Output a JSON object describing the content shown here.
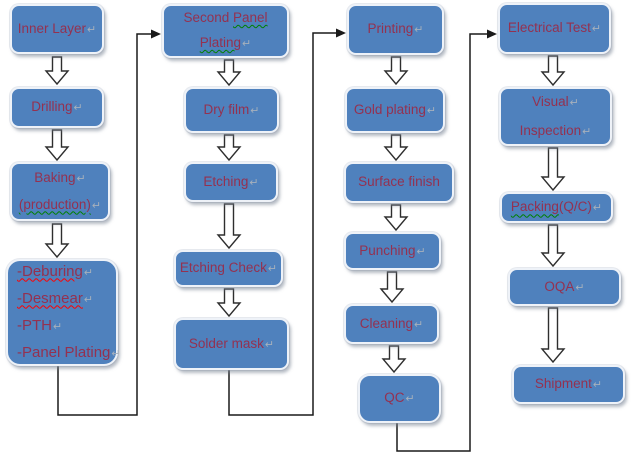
{
  "marks": {
    "return_mark": "↵"
  },
  "colors": {
    "box_fill": "#4f81bd",
    "box_border": "#eef2f8",
    "label_text": "#943150",
    "return_mark": "#a6b0bc",
    "connector": "#1a1a1a",
    "arrow_fill": "#ffffff",
    "spell_red": "#ff0000",
    "grammar_green": "#008000"
  },
  "columns": [
    {
      "nodes": [
        {
          "id": "inner-layer",
          "lines": [
            {
              "text": "Inner Layer"
            }
          ]
        },
        {
          "id": "drilling",
          "lines": [
            {
              "text": "Drilling"
            }
          ]
        },
        {
          "id": "baking",
          "lines": [
            {
              "text": "Baking"
            },
            {
              "text": "(production)",
              "spell": "green"
            }
          ]
        },
        {
          "id": "deburring-group",
          "lines": [
            {
              "text": "-Deburing",
              "spell": "red"
            },
            {
              "text": "-Desmear",
              "spell": "red"
            },
            {
              "text": "-PTH"
            },
            {
              "text": "-Panel Plating"
            }
          ]
        }
      ]
    },
    {
      "nodes": [
        {
          "id": "second-panel-plating",
          "lines": [
            {
              "pre": "Second ",
              "text": "Panel",
              "spell": "green"
            },
            {
              "text": "Plating",
              "spell": "green"
            }
          ]
        },
        {
          "id": "dry-film",
          "lines": [
            {
              "text": "Dry film"
            }
          ]
        },
        {
          "id": "etching",
          "lines": [
            {
              "text": "Etching"
            }
          ]
        },
        {
          "id": "etching-check",
          "lines": [
            {
              "text": "Etching Check"
            }
          ]
        },
        {
          "id": "solder-mask",
          "lines": [
            {
              "text": "Solder mask"
            }
          ]
        }
      ]
    },
    {
      "nodes": [
        {
          "id": "printing",
          "lines": [
            {
              "text": "Printing"
            }
          ]
        },
        {
          "id": "gold-plating",
          "lines": [
            {
              "text": "Gold plating"
            }
          ]
        },
        {
          "id": "surface-finish",
          "lines": [
            {
              "text": "Surface finish"
            }
          ]
        },
        {
          "id": "punching",
          "lines": [
            {
              "text": "Punching"
            }
          ]
        },
        {
          "id": "cleaning",
          "lines": [
            {
              "text": "Cleaning"
            }
          ]
        },
        {
          "id": "qc",
          "lines": [
            {
              "text": "QC"
            }
          ]
        }
      ]
    },
    {
      "nodes": [
        {
          "id": "electrical-test",
          "lines": [
            {
              "text": "Electrical Test"
            }
          ]
        },
        {
          "id": "visual-inspection",
          "lines": [
            {
              "text": "Visual"
            },
            {
              "text": "Inspection"
            }
          ]
        },
        {
          "id": "packing-qc",
          "lines": [
            {
              "text": "Packing",
              "spell": "green",
              "post": "(Q/C)"
            }
          ]
        },
        {
          "id": "oqa",
          "lines": [
            {
              "text": "OQA"
            }
          ]
        },
        {
          "id": "shipment",
          "lines": [
            {
              "text": "Shipment"
            }
          ]
        }
      ]
    }
  ]
}
